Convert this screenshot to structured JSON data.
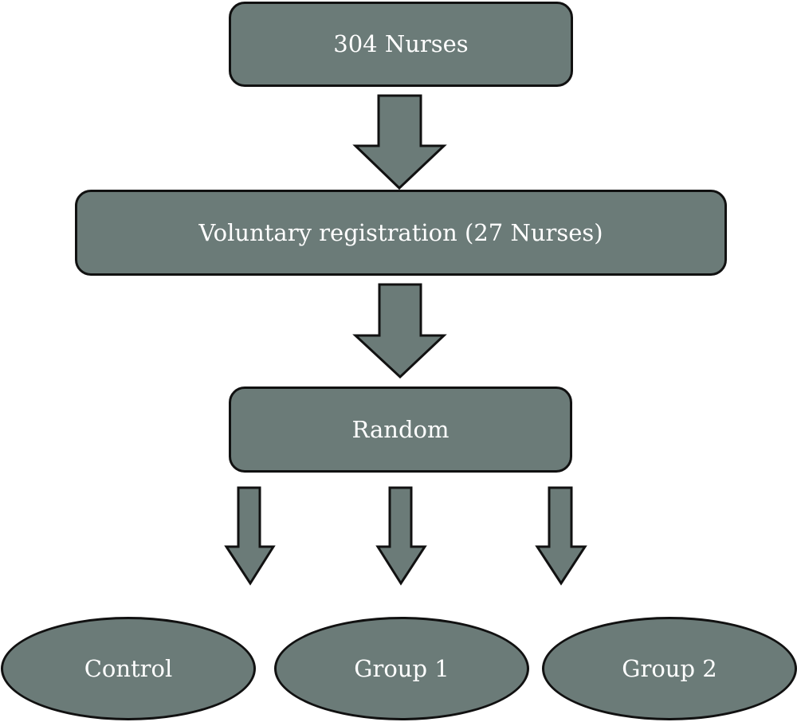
{
  "diagram": {
    "nodes": {
      "nurses": "304 Nurses",
      "registration": "Voluntary registration (27 Nurses)",
      "random": "Random",
      "control": "Control",
      "group1": "Group 1",
      "group2": "Group 2"
    },
    "colors": {
      "fill": "#6b7b78",
      "stroke": "#111111",
      "text": "#ffffff",
      "background": "#ffffff"
    }
  }
}
